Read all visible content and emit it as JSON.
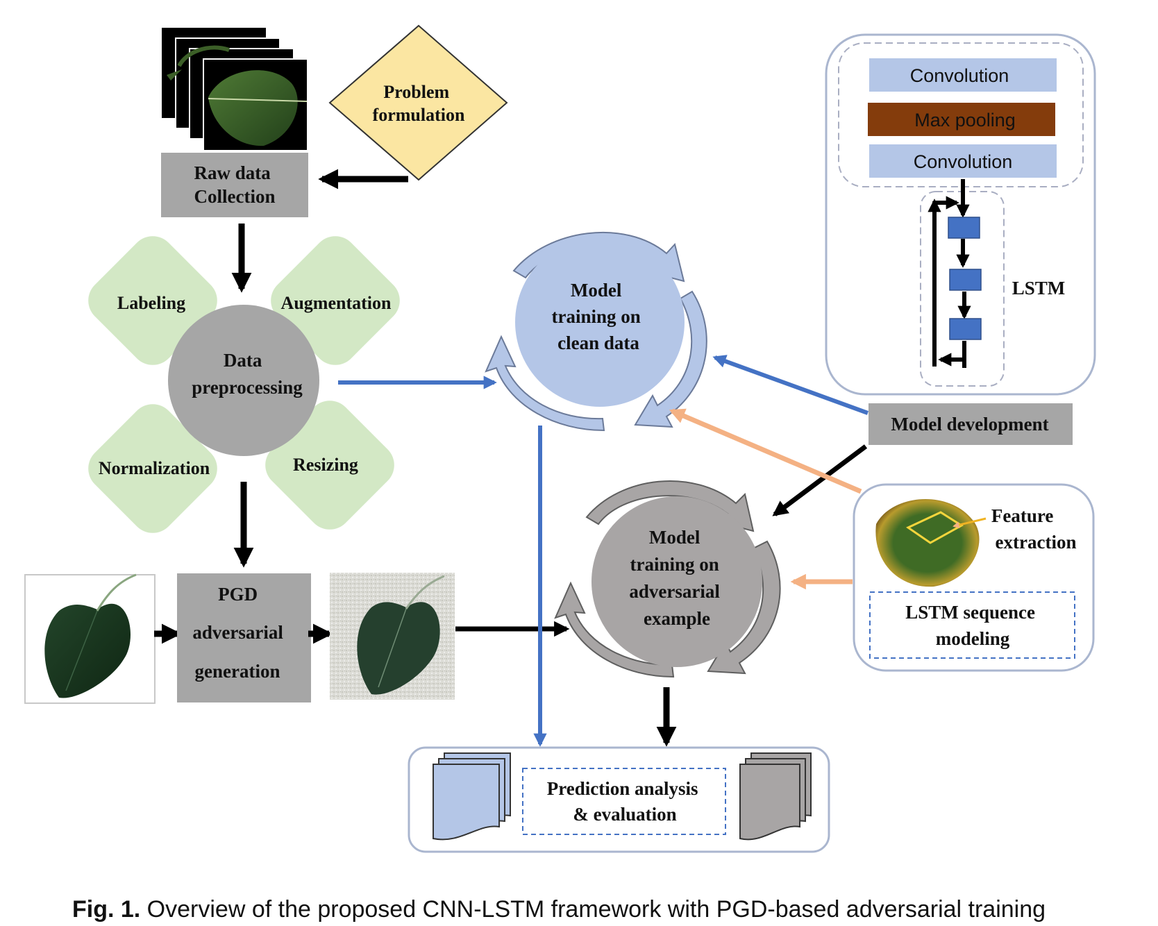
{
  "nodes": {
    "problem": [
      "Problem",
      "formulation"
    ],
    "raw": [
      "Raw data",
      "Collection"
    ],
    "labeling": "Labeling",
    "augmentation": "Augmentation",
    "normalization": "Normalization",
    "resizing": "Resizing",
    "preproc": [
      "Data",
      "preprocessing"
    ],
    "pgd": [
      "PGD",
      "adversarial",
      "generation"
    ],
    "clean": [
      "Model",
      "training on",
      "clean data"
    ],
    "adv": [
      "Model",
      "training on",
      "adversarial",
      "example"
    ],
    "conv1": "Convolution",
    "maxpool": "Max pooling",
    "conv2": "Convolution",
    "lstm": "LSTM",
    "model_dev": "Model development",
    "feature": [
      "Feature",
      "extraction"
    ],
    "lstm_seq": [
      "LSTM sequence",
      "modeling"
    ],
    "prediction": [
      "Prediction analysis",
      "& evaluation"
    ]
  },
  "caption": {
    "label": "Fig. 1.",
    "text": " Overview of the proposed CNN-LSTM framework with PGD-based adversarial training"
  },
  "colors": {
    "gray_box": "#a6a6a6",
    "diamond_yellow": "#fbe6a2",
    "petal_green": "#d3e8c5",
    "light_blue": "#b4c6e7",
    "dark_gray_circle": "#a8a5a5",
    "maxpool_brown": "#843c0c",
    "lstm_cell": "#4472c4",
    "blue_arrow": "#4472c4",
    "orange_arrow": "#f4b183"
  }
}
